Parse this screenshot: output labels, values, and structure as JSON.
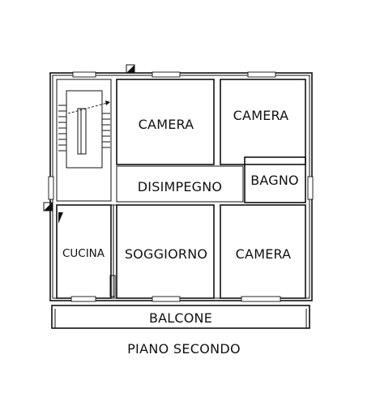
{
  "rooms": {
    "camera_top_left": "CAMERA",
    "camera_top_right": "CAMERA",
    "disimpegno": "DISIMPEGNO",
    "bagno": "BAGNO",
    "cucina": "CUCINA",
    "soggiorno": "SOGGIORNO",
    "camera_bottom_right": "CAMERA",
    "balcone": "BALCONE"
  },
  "caption": "PIANO SECONDO",
  "colors": {
    "line": "#111111",
    "background": "#ffffff"
  }
}
